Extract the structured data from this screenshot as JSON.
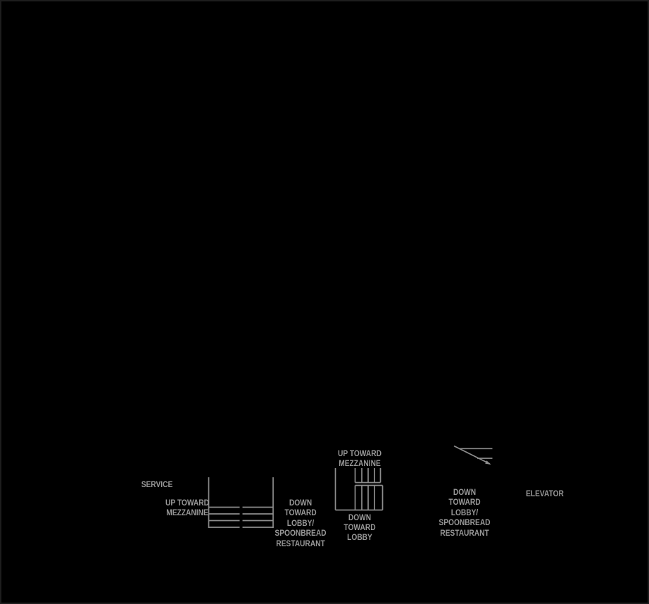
{
  "canvas": {
    "background_color": "#000000",
    "border_color": "#1e1e1e",
    "line_color": "#8d8d8d",
    "text_color": "#989898"
  },
  "labels": {
    "service": "SERVICE",
    "stair1_up": "UP TOWARD\nMEZZANINE",
    "stair1_down": "DOWN TOWARD\nLOBBY/\nSPOONBREAD\nRESTAURANT",
    "stair2_up": "UP TOWARD\nMEZZANINE",
    "stair2_down": "DOWN TOWARD\nLOBBY",
    "stair3_down": "DOWN TOWARD\nLOBBY/\nSPOONBREAD\nRESTAURANT",
    "elevator": "ELEVATOR"
  }
}
